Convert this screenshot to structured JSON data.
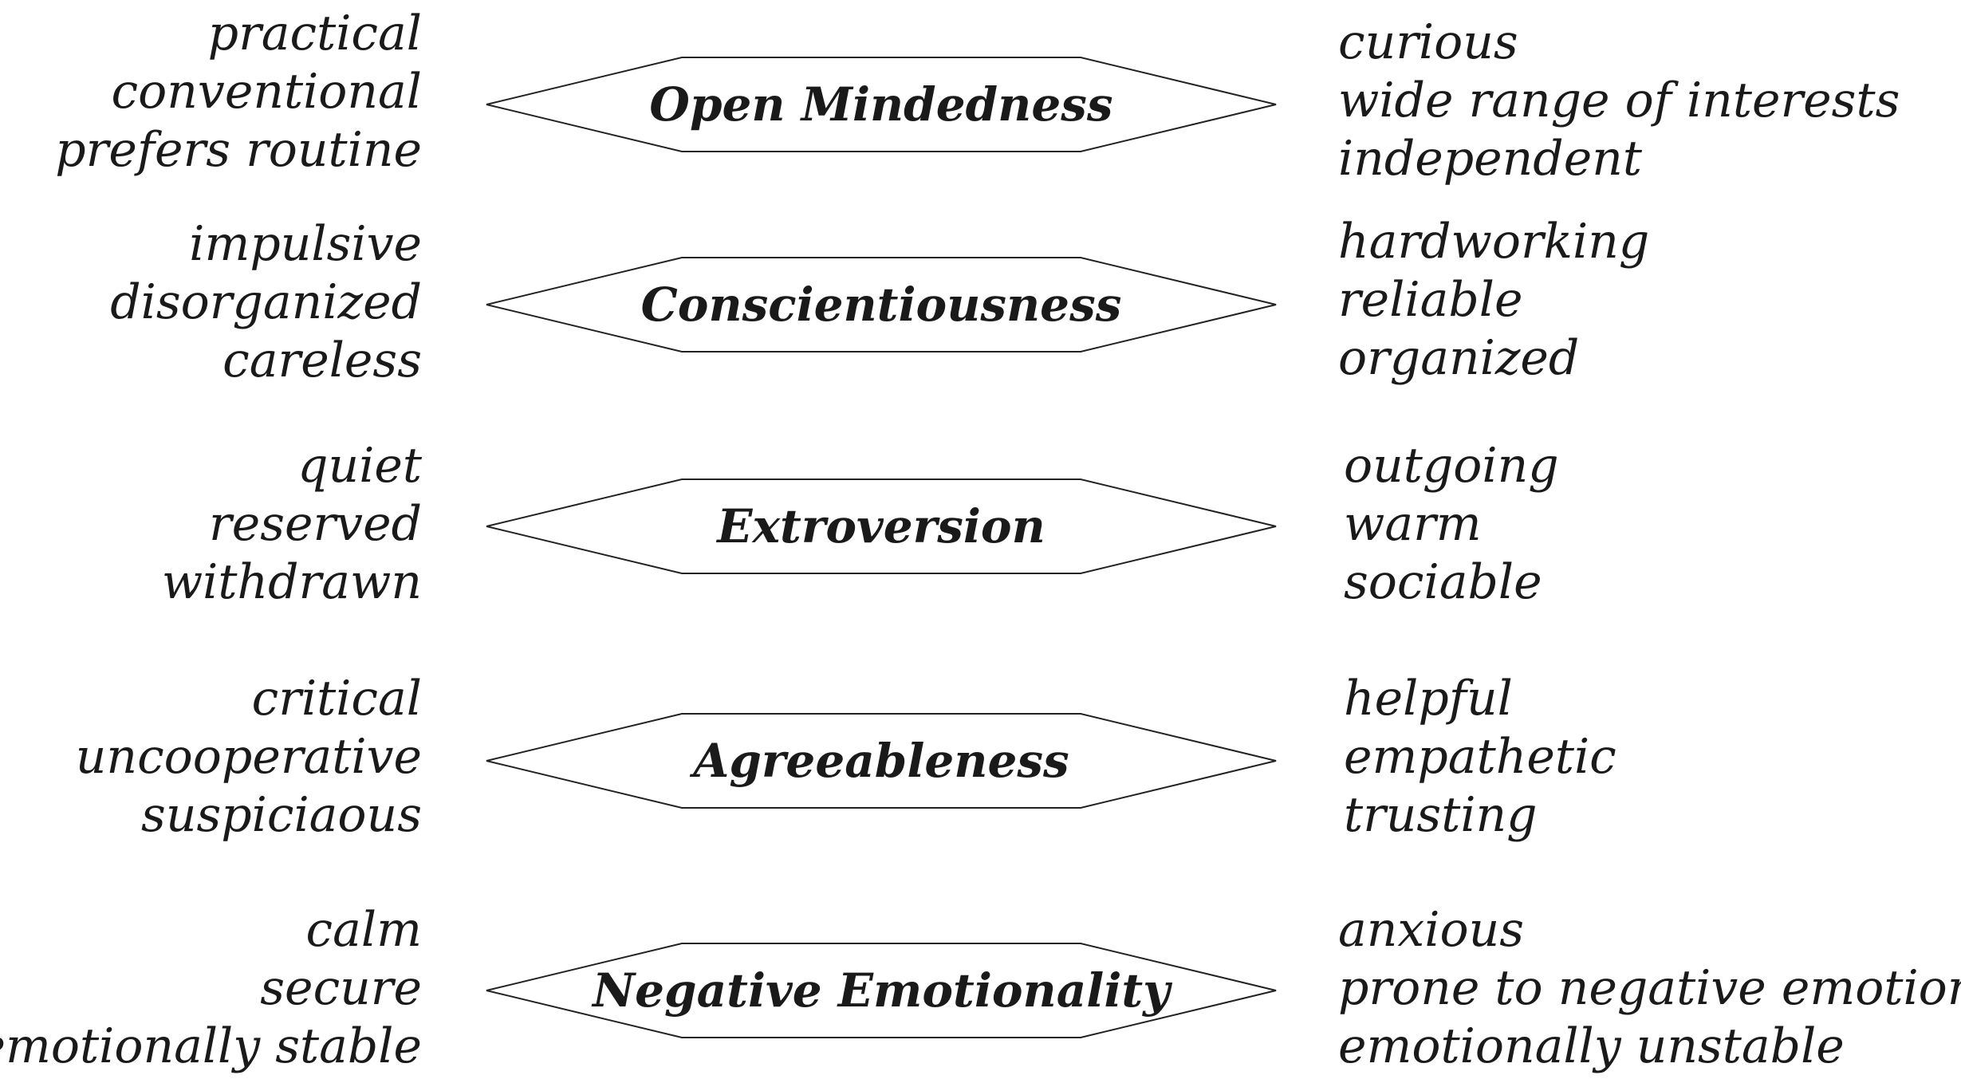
{
  "traits": [
    {
      "name": "Open Mindedness",
      "low": [
        "practical",
        "conventional",
        "prefers routine"
      ],
      "high": [
        "curious",
        "wide range of interests",
        "independent"
      ]
    },
    {
      "name": "Conscientiousness",
      "low": [
        "impulsive",
        "disorganized",
        "careless"
      ],
      "high": [
        "hardworking",
        "reliable",
        "organized"
      ]
    },
    {
      "name": "Extroversion",
      "low": [
        "quiet",
        "reserved",
        "withdrawn"
      ],
      "high": [
        "outgoing",
        "warm",
        "sociable"
      ]
    },
    {
      "name": "Agreeableness",
      "low": [
        "critical",
        "uncooperative",
        "suspiciaous"
      ],
      "high": [
        "helpful",
        "empathetic",
        "trusting"
      ]
    },
    {
      "name": "Negative Emotionality",
      "low": [
        "calm",
        "secure",
        "emotionally stable"
      ],
      "high": [
        "anxious",
        "prone to negative emotions",
        "emotionally unstable"
      ]
    }
  ]
}
